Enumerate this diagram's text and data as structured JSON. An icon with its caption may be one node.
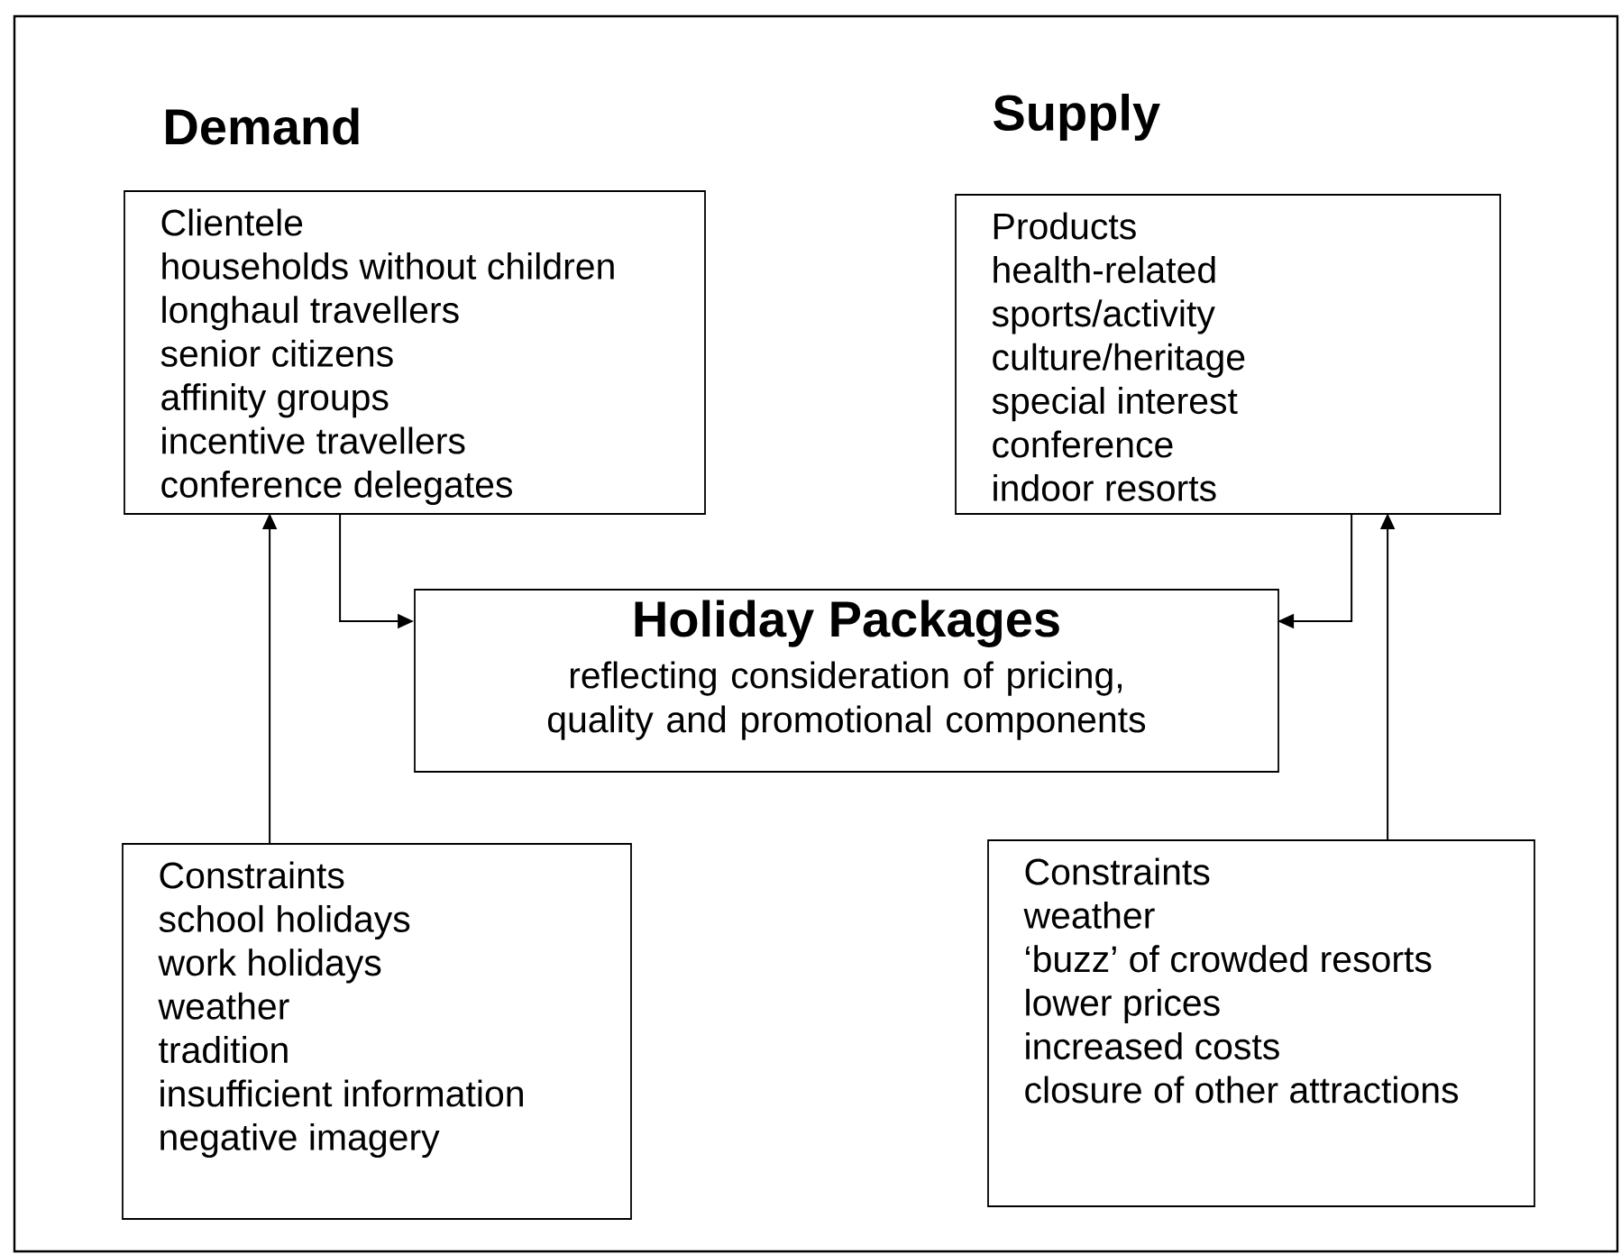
{
  "diagram": {
    "nodes": [
      {
        "text": [
          "Clientele",
          "households without children",
          "longhaul travellers",
          "senior citizens",
          "affinity groups",
          "incentive travellers",
          "conference delegates"
        ]
      },
      {
        "text": [
          "Products",
          "health-related",
          "sports/activity",
          "culture/heritage",
          "special interest",
          "conference",
          "indoor resorts"
        ]
      },
      {
        "text": [
          "Holiday Packages",
          "reflecting consideration of pricing, quality and promotional components"
        ]
      },
      {
        "text": [
          "Constraints",
          "school holidays",
          "work holidays",
          "weather",
          "tradition",
          "insufficient information",
          "negative imagery"
        ]
      },
      {
        "text": [
          "Constraints",
          "weather",
          "‘buzz’ of crowded resorts",
          "lower prices",
          "increased costs",
          "closure of other attractions"
        ]
      }
    ],
    "edges": [
      {
        "from": 0,
        "to": 2,
        "arrow": "to"
      },
      {
        "from": 1,
        "to": 2,
        "arrow": "to"
      },
      {
        "from": 3,
        "to": 0,
        "arrow": "to"
      },
      {
        "from": 4,
        "to": 1,
        "arrow": "to"
      }
    ],
    "labels": [
      "Demand",
      "Supply"
    ]
  }
}
